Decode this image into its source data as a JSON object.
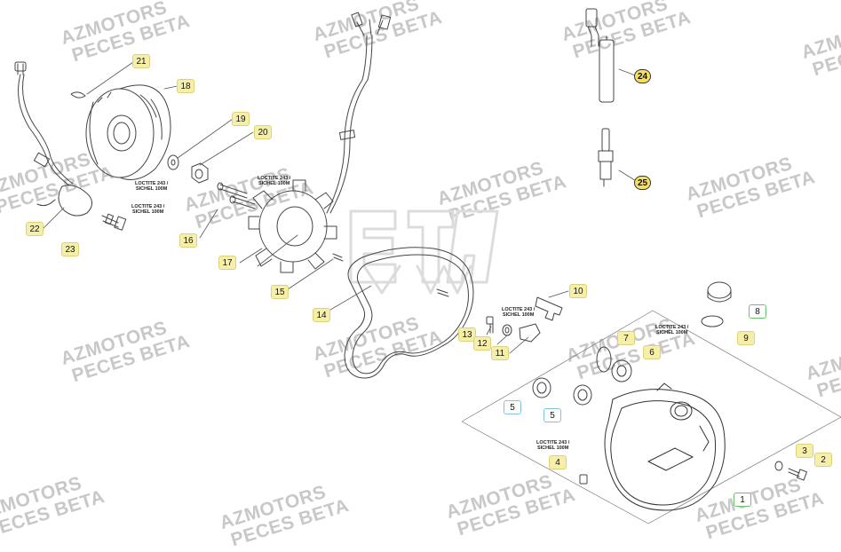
{
  "watermark": {
    "line1": "AZMOTORS",
    "line2": "PECES BETA"
  },
  "loctite_note": {
    "line1": "LOCTITE 243 /",
    "line2": "SICHEL 100M"
  },
  "labels": {
    "p1": "1",
    "p2": "2",
    "p3": "3",
    "p4": "4",
    "p5a": "5",
    "p5b": "5",
    "p6": "6",
    "p7": "7",
    "p8": "8",
    "p9": "9",
    "p10": "10",
    "p11": "11",
    "p12": "12",
    "p13": "13",
    "p14": "14",
    "p15": "15",
    "p16": "16",
    "p17": "17",
    "p18": "18",
    "p19": "19",
    "p20": "20",
    "p21": "21",
    "p22": "22",
    "p23": "23",
    "p24": "24",
    "p25": "25"
  },
  "colors": {
    "badge_yellow": "#f6efaa",
    "badge_blue_border": "#7fc4e6",
    "badge_green_border": "#6ac46e",
    "badge_circle": "#f6df5a",
    "watermark": "#c8c8c8",
    "line": "#555555"
  }
}
